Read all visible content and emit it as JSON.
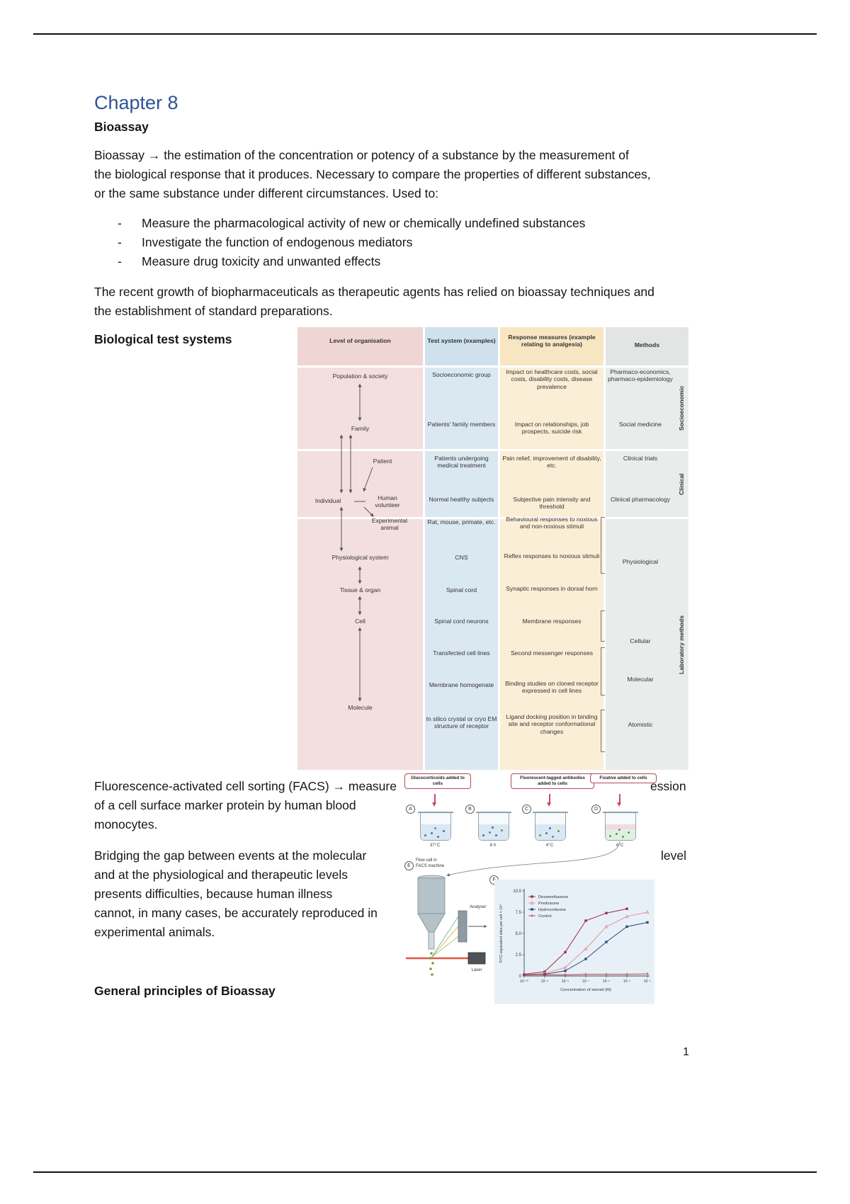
{
  "page": {
    "chapter_title": "Chapter 8",
    "section_heading": "Bioassay",
    "intro_lines": [
      "Bioassay → the estimation of the concentration or potency of a substance by the measurement of",
      "the biological response that it produces. Necessary to compare the properties of different substances,",
      "or the same substance under different circumstances. Used to:"
    ],
    "bullet_marker": "-",
    "bullets": [
      "Measure the pharmacological activity of new or chemically undefined substances",
      "Investigate the function of endogenous mediators",
      "Measure drug toxicity and unwanted effects"
    ],
    "para2_lines": [
      "The recent growth of biopharmaceuticals as therapeutic agents has relied on bioassay techniques and",
      "the establishment of standard preparations."
    ],
    "bio_test_heading": "Biological test systems",
    "facs": {
      "line1_left": "Fluorescence-activated cell sorting (FACS) → measure",
      "line1_right": "ession",
      "lines": [
        "of a cell surface marker protein by human blood",
        "monocytes."
      ]
    },
    "bridging": {
      "line1_left": "Bridging the gap between events at the molecular",
      "line1_right": "level",
      "lines": [
        "and at the physiological and therapeutic levels",
        "presents difficulties, because human illness",
        "cannot, in many cases, be accurately reproduced in",
        "experimental animals."
      ]
    },
    "general_heading": "General principles of Bioassay",
    "page_number": "1"
  },
  "fig1": {
    "headers": [
      "Level of organisation",
      "Test system (examples)",
      "Response measures (example relating to analgesia)",
      "Methods"
    ],
    "col1": [
      "Population & society",
      "Family",
      "Patient",
      "Individual",
      "Human volunteer",
      "Experimental animal",
      "Physiological system",
      "Tissue & organ",
      "Cell",
      "Molecule"
    ],
    "col2": [
      "Socioeconomic group",
      "Patients' family members",
      "Patients undergoing medical treatment",
      "Normal healthy subjects",
      "Rat, mouse, primate, etc.",
      "CNS",
      "Spinal cord",
      "Spinal cord neurons",
      "Transfected cell lines",
      "Membrane homogenate",
      "In silico crystal or cryo EM structure of receptor"
    ],
    "col3": [
      "Impact on healthcare costs, social costs, disability costs, disease prevalence",
      "Impact on relationships, job prospects, suicide risk",
      "Pain relief, improvement of disability, etc.",
      "Subjective pain intensity and threshold",
      "Behavioural responses to noxious and non-noxious stimuli",
      "Reflex responses to noxious stimuli",
      "Synaptic responses in dorsal horn",
      "Membrane responses",
      "Second messenger responses",
      "Binding studies on cloned receptor expressed in cell lines",
      "Ligand docking position in binding site and receptor conformational changes"
    ],
    "col4": [
      "Pharmaco-economics, pharmaco-epidemiology",
      "Social medicine",
      "Clinical trials",
      "Clinical pharmacology",
      "Physiological",
      "Cellular",
      "Molecular",
      "Atomistic"
    ],
    "side_labels": [
      "Socioeconomic",
      "Clinical",
      "Laboratory methods"
    ]
  },
  "fig2": {
    "labels": [
      "Glucocorticoids added to cells",
      "Fluorescent-tagged antibodies added to cells",
      "Fixative added to cells"
    ],
    "step_letters": [
      "A",
      "B",
      "C",
      "D",
      "E",
      "F"
    ],
    "beaker_captions": [
      "37°C",
      "8 h",
      "4°C",
      "4°C"
    ],
    "flow_cell_line1": "Flow cell in",
    "flow_cell_line2": "FACS machine",
    "analyser_label": "Analyser",
    "laser_label": "Laser"
  },
  "chart_data": {
    "type": "line",
    "title": "",
    "xlabel": "Concentration of steroid (M)",
    "ylabel": "FITC-equivalent sites per cell × 10⁴",
    "x_ticks": [
      "10⁻¹⁰",
      "10⁻⁹",
      "10⁻⁸",
      "10⁻⁷",
      "10⁻⁶",
      "10⁻⁵",
      "10⁻⁴"
    ],
    "x_exponents": [
      -10,
      -9,
      -8,
      -7,
      -6,
      -5,
      -4
    ],
    "y_ticks": [
      0,
      2.5,
      5,
      7.5,
      10
    ],
    "y_tick_labels": [
      "0",
      "2.5",
      "5.0",
      "7.5",
      "10.0"
    ],
    "ylim": [
      0,
      10
    ],
    "grid": false,
    "legend_position": "upper left",
    "series": [
      {
        "name": "Dexamethasone",
        "color": "#a52844",
        "marker": "square",
        "x_exp": [
          -10,
          -9,
          -8,
          -7,
          -6,
          -5
        ],
        "values": [
          0.2,
          0.5,
          2.8,
          6.5,
          7.4,
          7.9
        ]
      },
      {
        "name": "Prednisone",
        "color": "#e892a8",
        "marker": "triangle",
        "x_exp": [
          -10,
          -9,
          -8,
          -7,
          -6,
          -5,
          -4
        ],
        "values": [
          0.15,
          0.3,
          1.0,
          3.2,
          5.8,
          7.0,
          7.5
        ]
      },
      {
        "name": "Hydrocortisone",
        "color": "#2b4a77",
        "marker": "square",
        "x_exp": [
          -10,
          -9,
          -8,
          -7,
          -6,
          -5,
          -4
        ],
        "values": [
          0.1,
          0.2,
          0.6,
          2.0,
          4.0,
          5.8,
          6.3
        ]
      },
      {
        "name": "Control",
        "color": "#b0434f",
        "marker": "plus",
        "x_exp": [
          -10,
          -9,
          -8,
          -7,
          -6,
          -5,
          -4
        ],
        "values": [
          0.15,
          0.15,
          0.15,
          0.2,
          0.2,
          0.2,
          0.25
        ]
      }
    ]
  }
}
